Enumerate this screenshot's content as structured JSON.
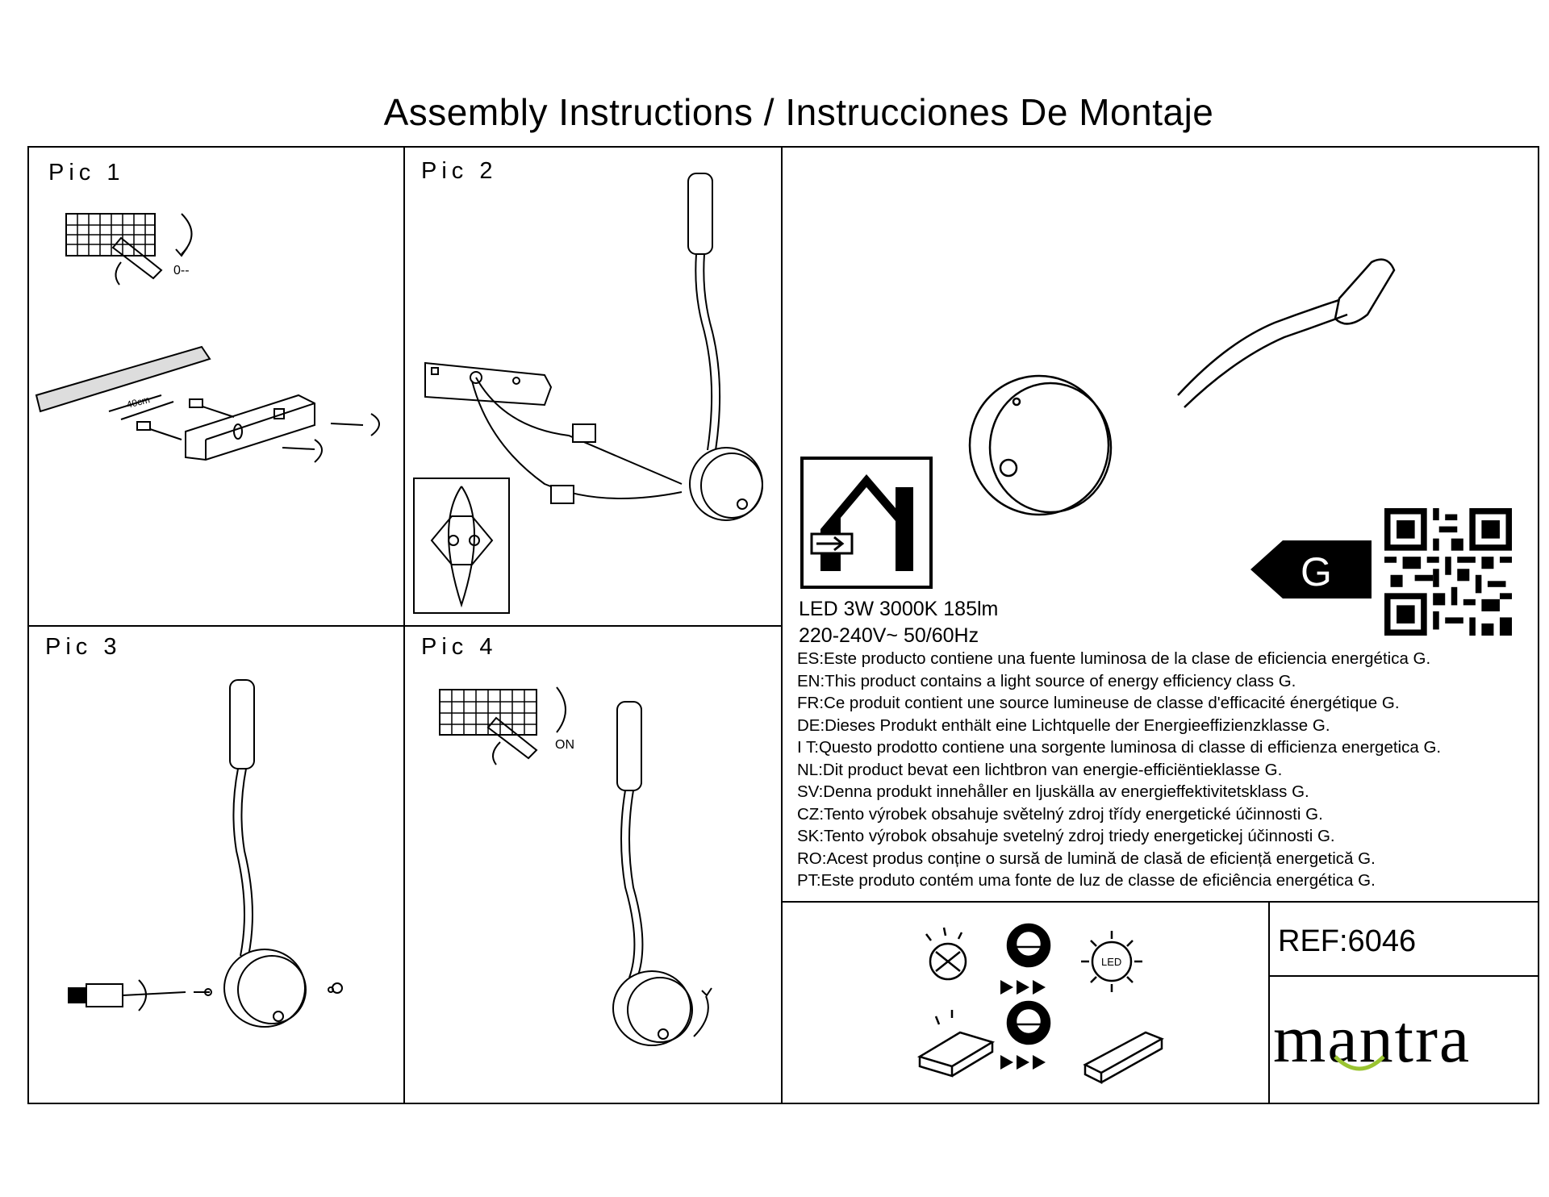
{
  "document": {
    "title": "Assembly Instructions / Instrucciones De Montaje"
  },
  "pics": [
    {
      "label": "Pic 1",
      "annotation": "0--",
      "wall_label": "40cm"
    },
    {
      "label": "Pic 2"
    },
    {
      "label": "Pic 3"
    },
    {
      "label": "Pic 4",
      "annotation": "ON"
    }
  ],
  "energy": {
    "class_letter": "G",
    "spec_line1": "LED 3W 3000K 185lm",
    "spec_line2": "220-240V~ 50/60Hz",
    "statements": [
      "ES:Este producto contiene una fuente luminosa de la clase de eficiencia energética G.",
      "EN:This product contains a light source of energy efficiency class G.",
      "FR:Ce produit contient une source lumineuse de classe d'efficacité énergétique G.",
      "DE:Dieses Produkt enthält eine Lichtquelle der Energieeffizienzklasse G.",
      "I T:Questo prodotto contiene una sorgente luminosa di classe di efficienza energetica G.",
      "NL:Dit product bevat een lichtbron van energie-efficiëntieklasse G.",
      "SV:Denna produkt innehåller en ljuskälla av energieffektivitetsklass G.",
      "CZ:Tento výrobek obsahuje světelný zdroj třídy energetické účinnosti G.",
      "SK:Tento výrobok obsahuje svetelný zdroj triedy energetickej účinnosti G.",
      "RO:Acest produs conține o sursă de lumină de clasă de eficiență energetică G.",
      "PT:Este produto contém uma fonte de luz de classe de eficiência energética G."
    ]
  },
  "icons": {
    "led_label": "LED",
    "names": [
      "broken-bulb-icon",
      "technician-icon",
      "led-icon",
      "arrows-icon",
      "lamp-fixture-icon",
      "driver-icon"
    ]
  },
  "product": {
    "ref": "REF:6046",
    "brand": "mantra"
  }
}
